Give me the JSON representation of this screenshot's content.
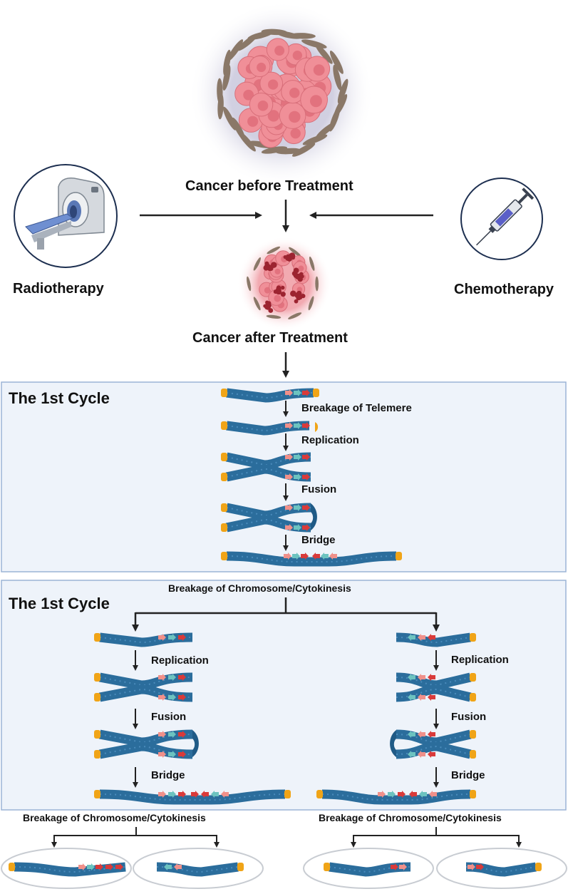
{
  "top": {
    "cancer_before": "Cancer before Treatment",
    "cancer_after": "Cancer after Treatment",
    "radiotherapy": "Radiotherapy",
    "chemotherapy": "Chemotherapy"
  },
  "panel1": {
    "title": "The 1st Cycle",
    "steps": [
      "Breakage of Telemere",
      "Replication",
      "Fusion",
      "Bridge"
    ]
  },
  "panel2": {
    "title": "The 1st Cycle",
    "header": "Breakage of Chromosome/Cytokinesis",
    "left_steps": [
      "Replication",
      "Fusion",
      "Bridge"
    ],
    "right_steps": [
      "Replication",
      "Fusion",
      "Bridge"
    ]
  },
  "bottom": {
    "left_label": "Breakage of Chromosome/Cytokinesis",
    "right_label": "Breakage of Chromosome/Cytokinesis"
  },
  "colors": {
    "chromosome": "#2b6d9c",
    "chromosome_dark": "#1f5a86",
    "telomere": "#f0a417",
    "arrow_pink": "#f0908a",
    "arrow_red": "#d93a3a",
    "arrow_teal": "#6cc3c0",
    "panel_bg": "#eef3fa",
    "panel_border": "#9cb4d6",
    "cell_pink": "#f08f98",
    "stroma": "#8a7868",
    "damage": "#9c2430"
  }
}
